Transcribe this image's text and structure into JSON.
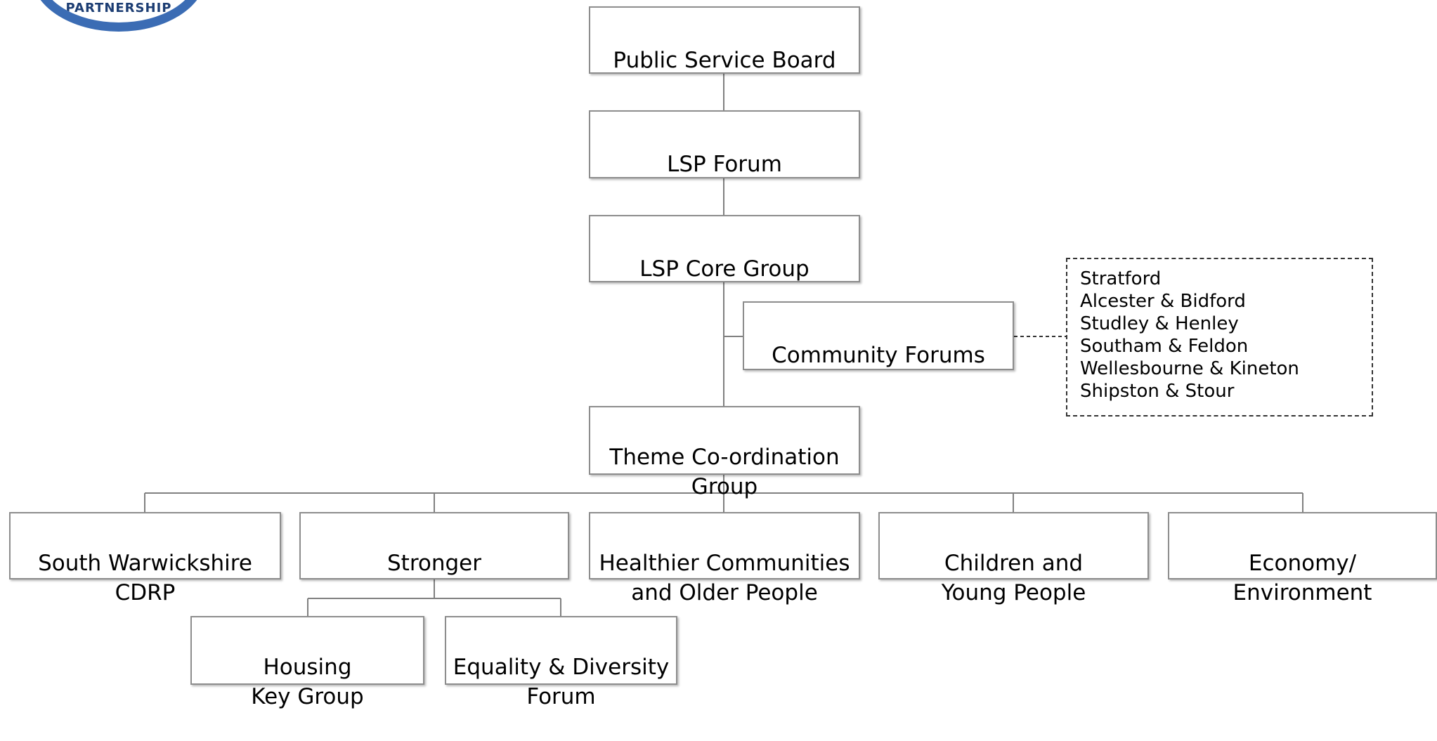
{
  "logo": {
    "text": "PARTNERSHIP",
    "ring_color": "#3b6cb4"
  },
  "chart": {
    "nodes": {
      "public_service_board": "Public Service Board",
      "lsp_forum": "LSP Forum",
      "lsp_core_group": "LSP Core Group",
      "community_forums": "Community Forums",
      "theme_coordination_group": "Theme Co-ordination\nGroup",
      "south_warwickshire_cdrp": "South Warwickshire\nCDRP",
      "stronger": "Stronger",
      "healthier_communities": "Healthier Communities\nand Older People",
      "children_young_people": "Children and\nYoung People",
      "economy_environment": "Economy/\nEnvironment",
      "housing_key_group": "Housing\nKey Group",
      "equality_diversity_forum": "Equality & Diversity\nForum"
    },
    "community_forum_areas": [
      "Stratford",
      "Alcester & Bidford",
      "Studley & Henley",
      "Southam & Feldon",
      "Wellesbourne & Kineton",
      "Shipston & Stour"
    ]
  },
  "colors": {
    "box_border": "#8d8d8d",
    "connector": "#808080",
    "dashed_border": "#333333"
  }
}
